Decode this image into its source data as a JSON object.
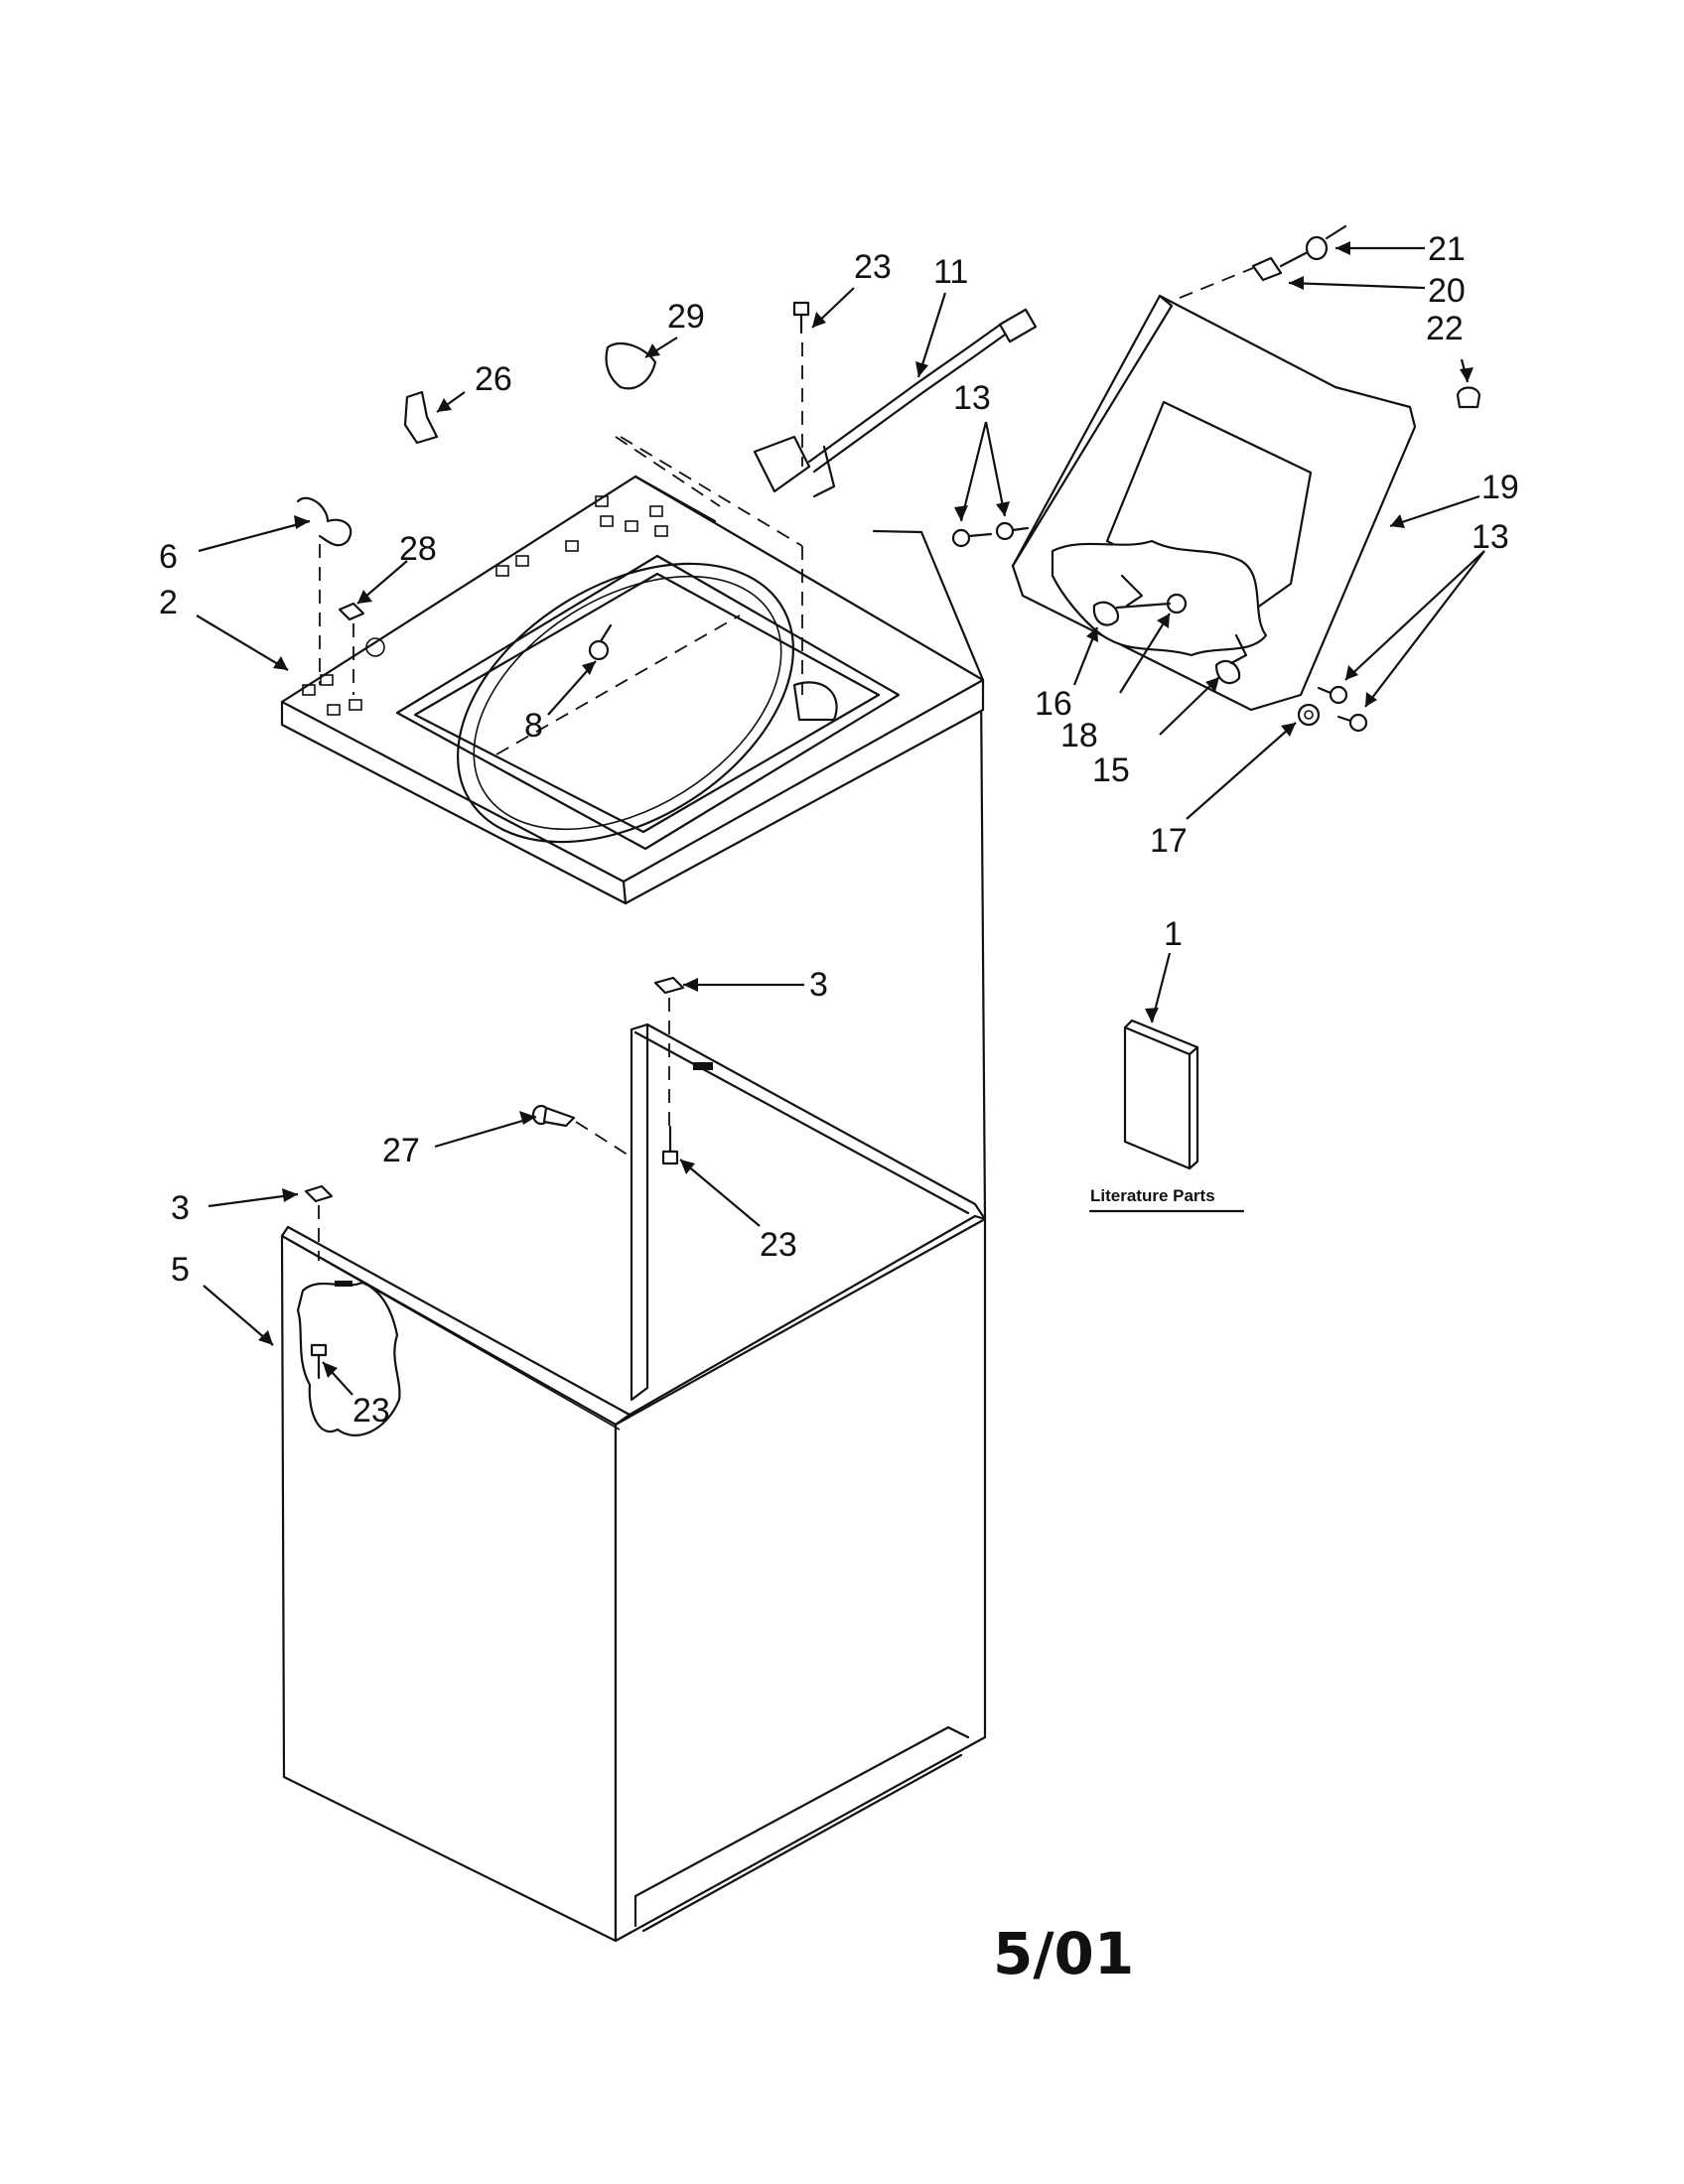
{
  "callouts": [
    {
      "id": "c21",
      "label": "21"
    },
    {
      "id": "c20",
      "label": "20"
    },
    {
      "id": "c22",
      "label": "22"
    },
    {
      "id": "c23a",
      "label": "23"
    },
    {
      "id": "c11",
      "label": "11"
    },
    {
      "id": "c29",
      "label": "29"
    },
    {
      "id": "c26",
      "label": "26"
    },
    {
      "id": "c13a",
      "label": "13"
    },
    {
      "id": "c19",
      "label": "19"
    },
    {
      "id": "c13b",
      "label": "13"
    },
    {
      "id": "c6",
      "label": "6"
    },
    {
      "id": "c28",
      "label": "28"
    },
    {
      "id": "c2",
      "label": "2"
    },
    {
      "id": "c8",
      "label": "8"
    },
    {
      "id": "c16",
      "label": "16"
    },
    {
      "id": "c18",
      "label": "18"
    },
    {
      "id": "c15",
      "label": "15"
    },
    {
      "id": "c17",
      "label": "17"
    },
    {
      "id": "c1",
      "label": "1"
    },
    {
      "id": "c3a",
      "label": "3"
    },
    {
      "id": "c27",
      "label": "27"
    },
    {
      "id": "c3b",
      "label": "3"
    },
    {
      "id": "c5",
      "label": "5"
    },
    {
      "id": "c23b",
      "label": "23"
    },
    {
      "id": "c23c",
      "label": "23"
    }
  ],
  "literature_label": "Literature Parts",
  "date_code": "5/01"
}
